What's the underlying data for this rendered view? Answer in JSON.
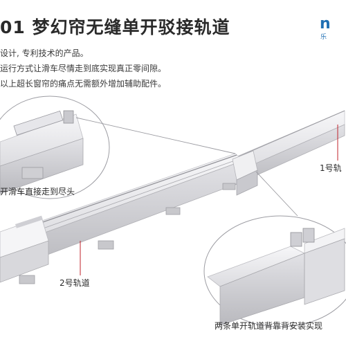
{
  "title": "01 梦幻帘无缝单开驳接轨道",
  "brand": {
    "logo_text": "n",
    "sub_text": "乐"
  },
  "description_lines": [
    "设计, 专利技术的产品。",
    "运行方式让滑车尽情走到底实现真正零间隙。",
    "以上超长窗帘的痛点无需额外增加辅助配件。"
  ],
  "labels": {
    "track1": "1号轨",
    "track2": "2号轨道",
    "runner_callout": "开滑车直接走到尽头",
    "backtoback_callout": "两条单开轨道背靠背安装实现"
  },
  "colors": {
    "title": "#2a2a2a",
    "brand": "#1f6fb3",
    "track": "#e9e9ec",
    "callout_line": "#c0202a"
  }
}
